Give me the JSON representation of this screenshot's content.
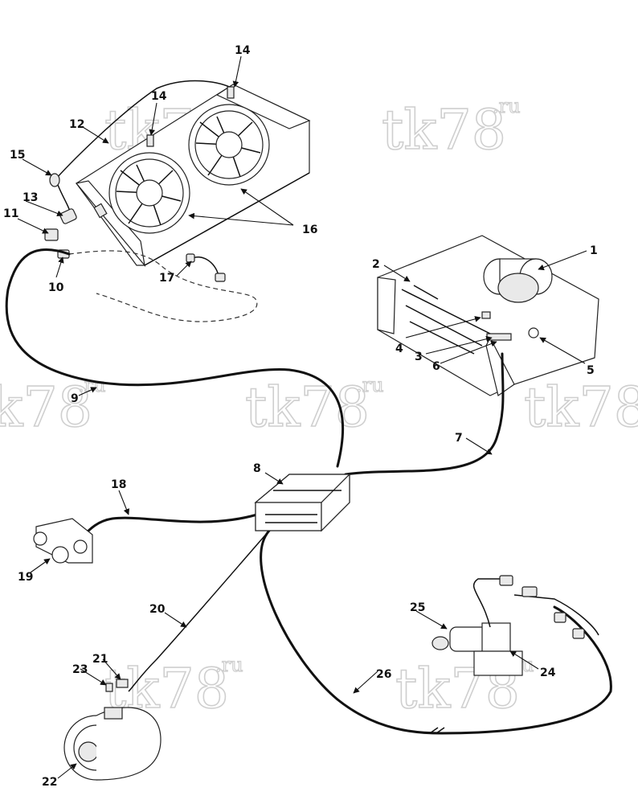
{
  "watermark": {
    "text": "tk78",
    "suffix": ".ru"
  },
  "callouts": [
    "1",
    "2",
    "3",
    "4",
    "5",
    "6",
    "7",
    "8",
    "9",
    "10",
    "11",
    "12",
    "13",
    "14",
    "14",
    "15",
    "16",
    "17",
    "18",
    "19",
    "20",
    "21",
    "22",
    "23",
    "24",
    "25",
    "26"
  ]
}
